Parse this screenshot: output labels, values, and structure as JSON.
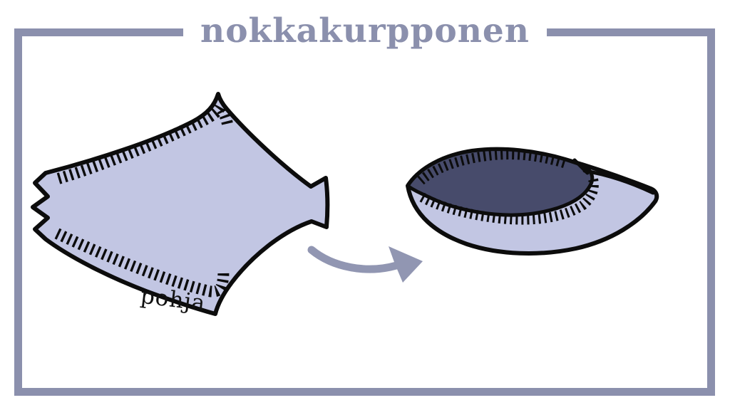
{
  "header": {
    "title": "nokkakurpponen"
  },
  "figure": {
    "pattern_label": "pohja"
  },
  "icons": {
    "arrow": "assembly-arrow-icon",
    "stitches": "stitch-tick-marks"
  },
  "colors": {
    "frame": "#8b90ad",
    "title": "#8b90ad",
    "arrow": "#9196b2",
    "piece_fill": "#c2c6e3",
    "opening_fill": "#474b6b",
    "outline": "#0c0c0c",
    "label_text": "#111111",
    "background": "#ffffff"
  }
}
